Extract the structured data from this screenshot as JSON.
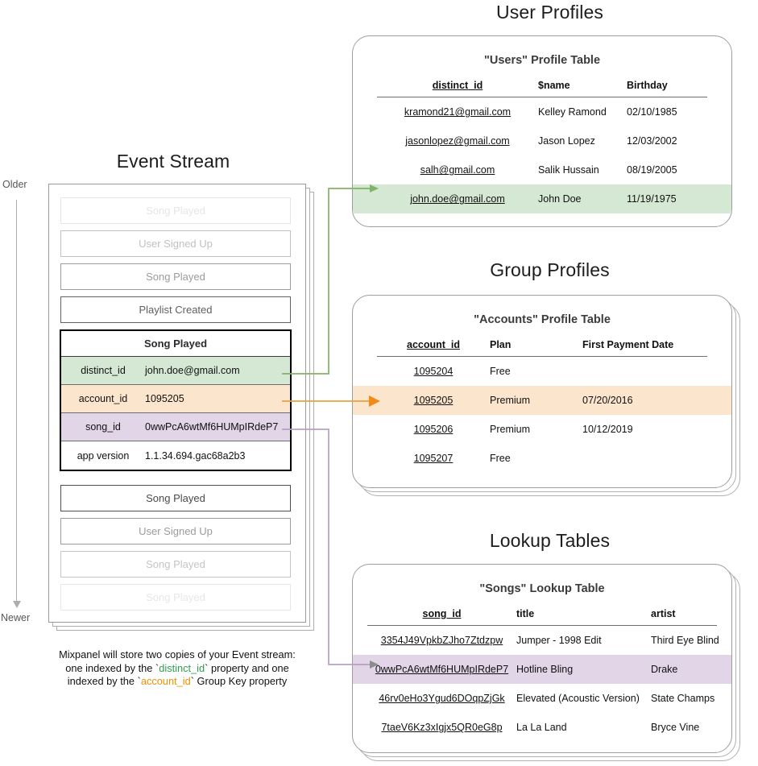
{
  "sections": {
    "event_stream_title": "Event Stream",
    "user_profiles_title": "User Profiles",
    "group_profiles_title": "Group Profiles",
    "lookup_tables_title": "Lookup Tables"
  },
  "axis": {
    "older": "Older",
    "newer": "Newer"
  },
  "event_stream": {
    "events_before": [
      {
        "label": "Song Played",
        "opacity": 0.14
      },
      {
        "label": "User Signed Up",
        "opacity": 0.34
      },
      {
        "label": "Song Played",
        "opacity": 0.55
      },
      {
        "label": "Playlist Created",
        "opacity": 0.88
      }
    ],
    "events_after": [
      {
        "label": "Song Played",
        "opacity": 1.0
      },
      {
        "label": "User Signed Up",
        "opacity": 0.55
      },
      {
        "label": "Song Played",
        "opacity": 0.32
      },
      {
        "label": "Song Played",
        "opacity": 0.13
      }
    ],
    "selected_event": {
      "title": "Song Played",
      "properties": [
        {
          "key": "distinct_id",
          "value": "john.doe@gmail.com",
          "highlight": "green"
        },
        {
          "key": "account_id",
          "value": "1095205",
          "highlight": "orange"
        },
        {
          "key": "song_id",
          "value": "0wwPcA6wtMf6HUMpIRdeP7",
          "highlight": "purple"
        },
        {
          "key": "app version",
          "value": "1.1.34.694.gac68a2b3",
          "highlight": "none"
        }
      ]
    },
    "caption": {
      "line1": "Mixpanel will store two copies of your Event stream:",
      "line2_a": "one indexed by the `",
      "line2_b": "distinct_id",
      "line2_c": "` property and one",
      "line3_a": "indexed by the `",
      "line3_b": "account_id",
      "line3_c": "` Group Key property"
    }
  },
  "users_table": {
    "title": "\"Users\" Profile Table",
    "columns": [
      "distinct_id",
      "$name",
      "Birthday"
    ],
    "rows": [
      {
        "cells": [
          "kramond21@gmail.com",
          "Kelley Ramond",
          "02/10/1985"
        ],
        "highlight": "none"
      },
      {
        "cells": [
          "jasonlopez@gmail.com",
          "Jason Lopez",
          "12/03/2002"
        ],
        "highlight": "none"
      },
      {
        "cells": [
          "salh@gmail.com",
          "Salik Hussain",
          "08/19/2005"
        ],
        "highlight": "none"
      },
      {
        "cells": [
          "john.doe@gmail.com",
          "John Doe",
          "11/19/1975"
        ],
        "highlight": "green"
      }
    ]
  },
  "accounts_table": {
    "title": "\"Accounts\" Profile Table",
    "columns": [
      "account_id",
      "Plan",
      "First Payment Date"
    ],
    "rows": [
      {
        "cells": [
          "1095204",
          "Free",
          ""
        ],
        "highlight": "none"
      },
      {
        "cells": [
          "1095205",
          "Premium",
          "07/20/2016"
        ],
        "highlight": "orange"
      },
      {
        "cells": [
          "1095206",
          "Premium",
          "10/12/2019"
        ],
        "highlight": "none"
      },
      {
        "cells": [
          "1095207",
          "Free",
          ""
        ],
        "highlight": "none"
      }
    ]
  },
  "songs_table": {
    "title": "\"Songs\" Lookup Table",
    "columns": [
      "song_id",
      "title",
      "artist"
    ],
    "rows": [
      {
        "cells": [
          "3354J49VpkbZJho7Ztdzpw",
          "Jumper - 1998 Edit",
          "Third Eye Blind"
        ],
        "highlight": "none"
      },
      {
        "cells": [
          "0wwPcA6wtMf6HUMpIRdeP7",
          "Hotline Bling",
          "Drake"
        ],
        "highlight": "purple"
      },
      {
        "cells": [
          "46rv0eHo3Ygud6DOqpZjGk",
          "Elevated (Acoustic Version)",
          "State Champs"
        ],
        "highlight": "none"
      },
      {
        "cells": [
          "7taeV6Kz3xIgjx5QR0eG8p",
          "La La Land",
          "Bryce Vine"
        ],
        "highlight": "none"
      }
    ]
  },
  "colors": {
    "green": "#d5e8d4",
    "orange": "#fce5cd",
    "purple": "#e1d5e7",
    "green_line": "#82b366",
    "orange_line": "#e8a33d",
    "purple_line": "#b8a0c4",
    "gray_line": "#808080"
  }
}
